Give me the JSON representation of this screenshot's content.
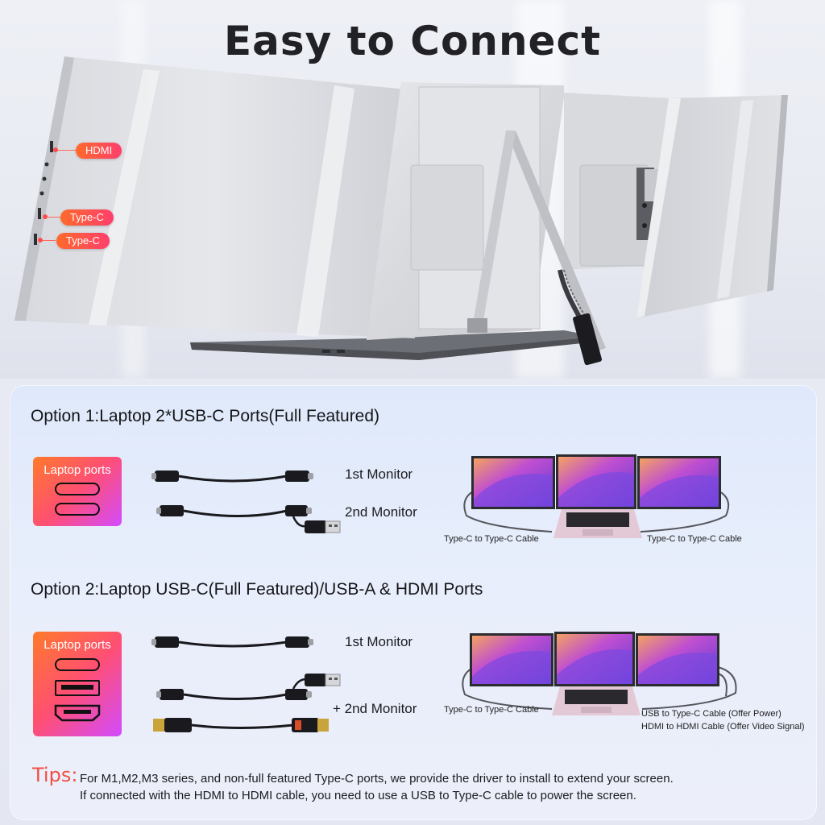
{
  "title": "Easy to Connect",
  "hero_ports": {
    "hdmi": "HDMI",
    "typec1": "Type-C",
    "typec2": "Type-C"
  },
  "option1": {
    "heading": "Option 1:Laptop 2*USB-C Ports(Full Featured)",
    "ports_label": "Laptop ports",
    "cable1_label": "1st Monitor",
    "cable2_label": "2nd Monitor",
    "left_cable_label": "Type-C to Type-C Cable",
    "right_cable_label": "Type-C to Type-C Cable"
  },
  "option2": {
    "heading": "Option 2:Laptop USB-C(Full Featured)/USB-A & HDMI Ports",
    "ports_label": "Laptop ports",
    "cable1_label": "1st Monitor",
    "cable2_label": "+ 2nd Monitor",
    "left_cable_label": "Type-C to Type-C Cable",
    "right_cable_label_1": "USB to Type-C Cable (Offer Power)",
    "right_cable_label_2": "HDMI to HDMI Cable (Offer Video Signal)"
  },
  "tips": {
    "label": "Tips:",
    "line1": "For M1,M2,M3 series, and non-full featured Type-C ports, we provide the driver to install to extend your screen.",
    "line2": "If connected with the HDMI to HDMI cable, you need to use a USB to Type-C cable to power the screen."
  },
  "colors": {
    "accent_orange": "#ff6a2b",
    "accent_pink": "#ff3f6c",
    "accent_purple": "#d24bff",
    "tips_red": "#f24f45"
  }
}
